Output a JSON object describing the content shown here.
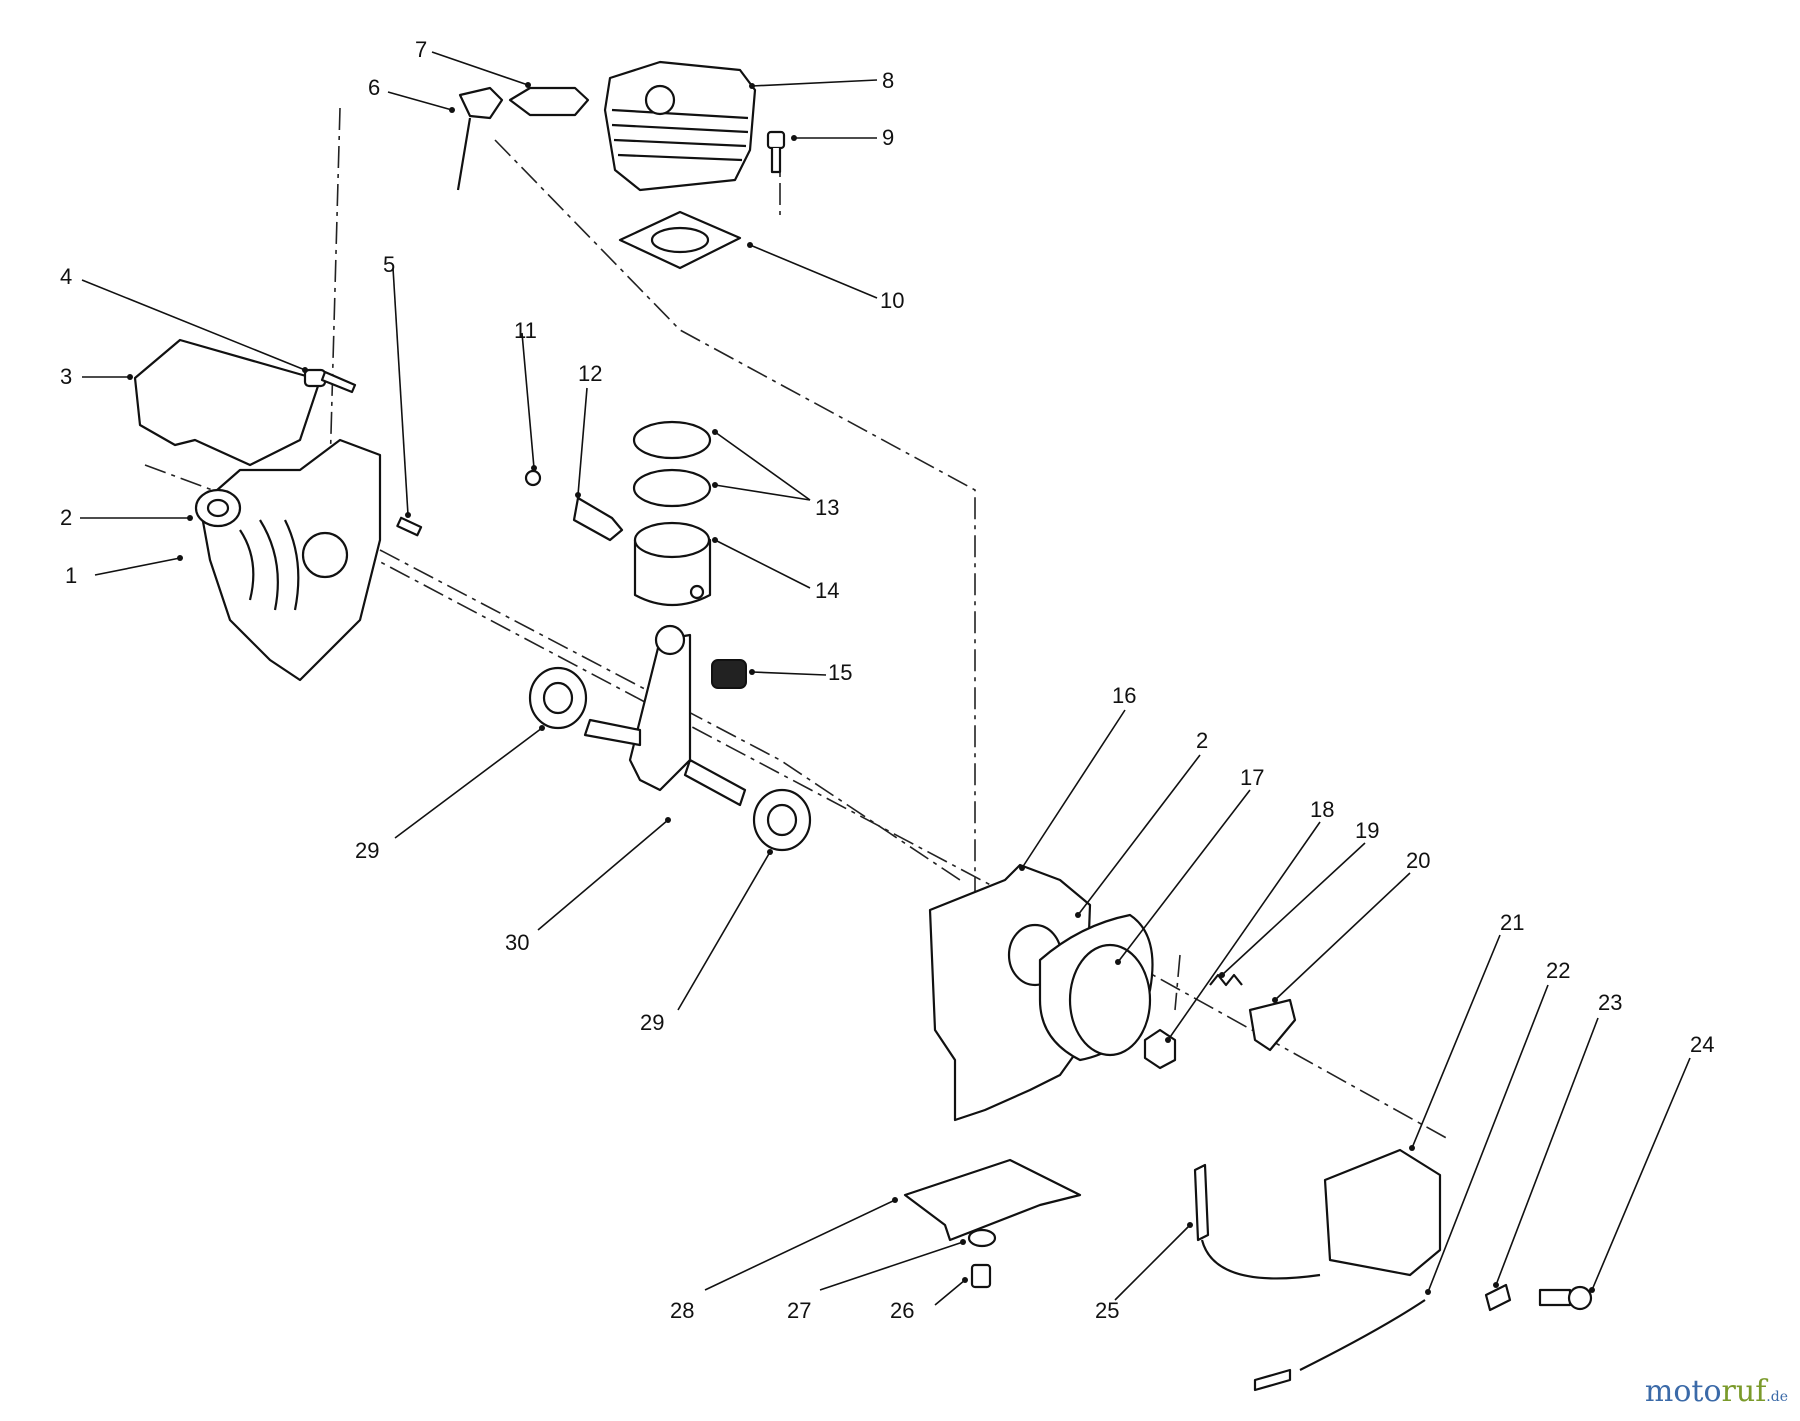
{
  "parts": [
    {
      "num": "1"
    },
    {
      "num": "2"
    },
    {
      "num": "3"
    },
    {
      "num": "4"
    },
    {
      "num": "5"
    },
    {
      "num": "6"
    },
    {
      "num": "7"
    },
    {
      "num": "8"
    },
    {
      "num": "9"
    },
    {
      "num": "10"
    },
    {
      "num": "11"
    },
    {
      "num": "12"
    },
    {
      "num": "13"
    },
    {
      "num": "14"
    },
    {
      "num": "15"
    },
    {
      "num": "16"
    },
    {
      "num": "2"
    },
    {
      "num": "17"
    },
    {
      "num": "18"
    },
    {
      "num": "19"
    },
    {
      "num": "20"
    },
    {
      "num": "21"
    },
    {
      "num": "22"
    },
    {
      "num": "23"
    },
    {
      "num": "24"
    },
    {
      "num": "25"
    },
    {
      "num": "26"
    },
    {
      "num": "27"
    },
    {
      "num": "28"
    },
    {
      "num": "29"
    },
    {
      "num": "30"
    },
    {
      "num": "29"
    }
  ],
  "watermark": {
    "part1": "moto",
    "part2": "ruf",
    "part3": ".de"
  },
  "colors": {
    "line": "#111111",
    "watermark_blue": "#3b6aa8",
    "watermark_green": "#7a9a2a"
  }
}
